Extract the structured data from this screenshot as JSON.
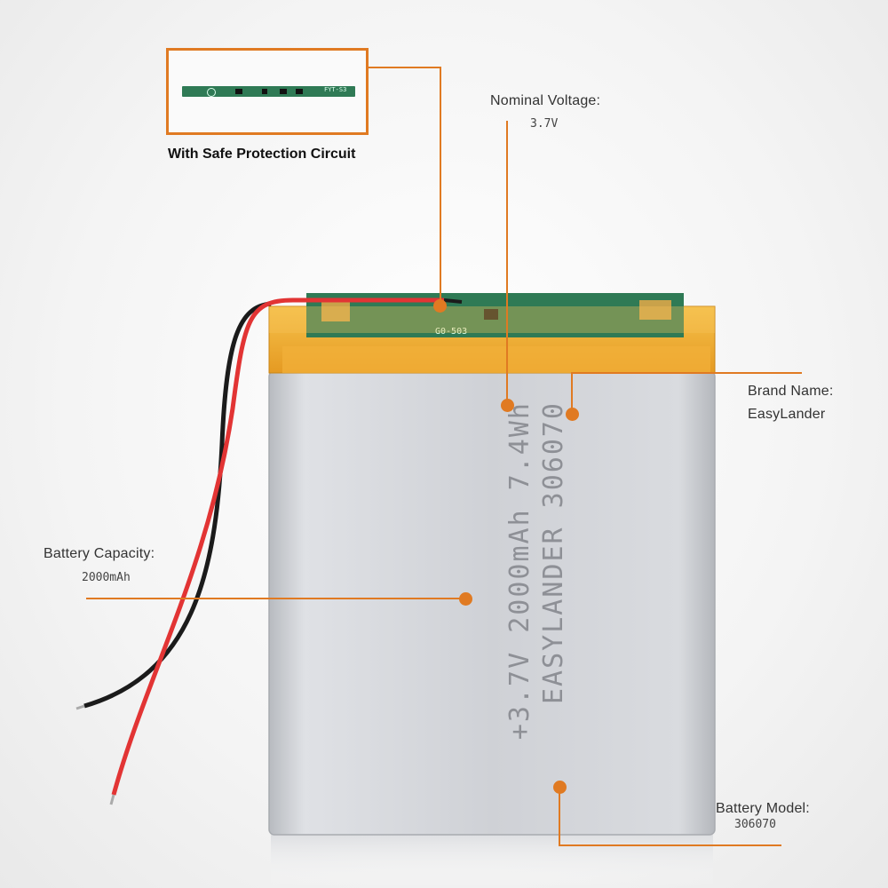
{
  "inset": {
    "caption": "With Safe Protection Circuit",
    "board_text": "FYT-S3"
  },
  "callouts": {
    "voltage": {
      "label": "Nominal Voltage:",
      "value": "3.7V"
    },
    "brand": {
      "label": "Brand Name:",
      "value": "EasyLander"
    },
    "capacity": {
      "label": "Battery  Capacity:",
      "value": "2000mAh"
    },
    "model": {
      "label": "Battery Model:",
      "value": "306070"
    }
  },
  "battery_print": {
    "line1": "EASYLANDER   306070",
    "line2": "+3.7V  2000mAh  7.4Wh",
    "pcb_mark": "G0-503"
  },
  "colors": {
    "accent": "#e07a22",
    "pcb": "#2f7a55",
    "tape": "#e9a72a",
    "cell": "#c6c8cd"
  }
}
